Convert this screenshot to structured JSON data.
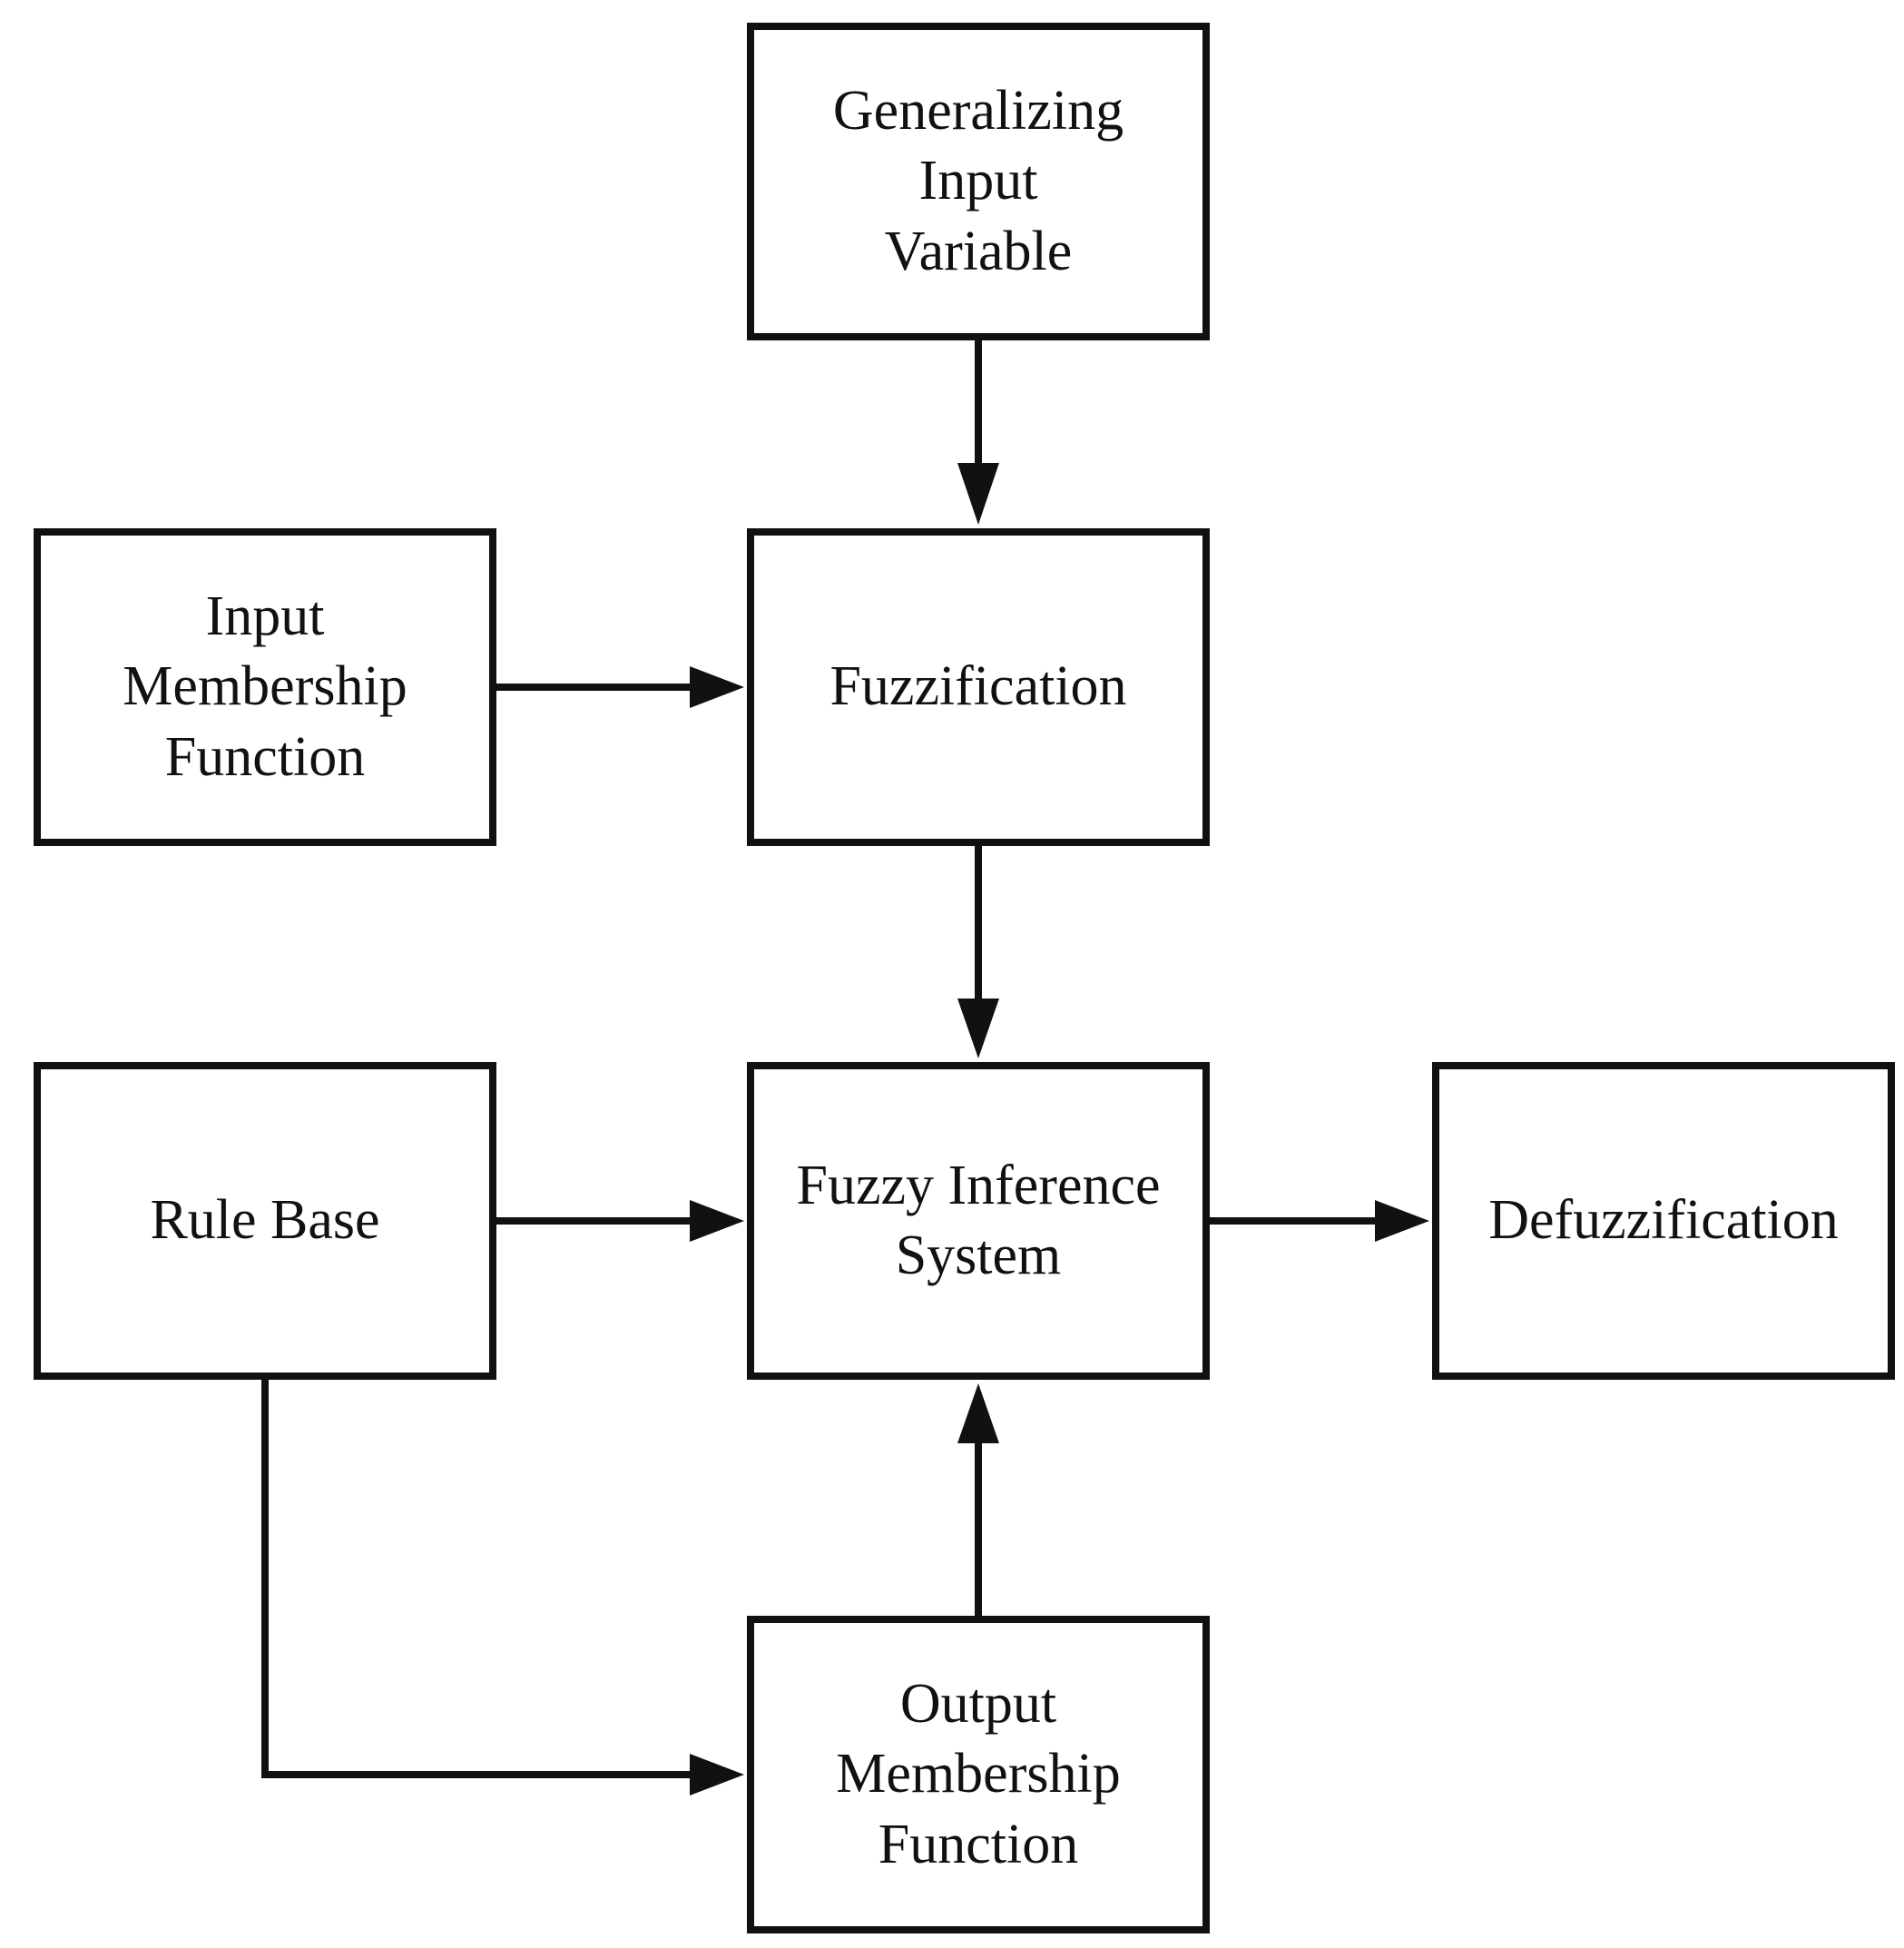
{
  "diagram": {
    "nodes": {
      "generalizing_input_variable": "Generalizing Input\nVariable",
      "input_membership_function": "Input Membership\nFunction",
      "fuzzification": "Fuzzification",
      "rule_base": "Rule Base",
      "fuzzy_inference_system": "Fuzzy Inference\nSystem",
      "defuzzification": "Defuzzification",
      "output_membership_function": "Output\nMembership\nFunction"
    },
    "edges": [
      {
        "from": "generalizing_input_variable",
        "to": "fuzzification"
      },
      {
        "from": "input_membership_function",
        "to": "fuzzification"
      },
      {
        "from": "fuzzification",
        "to": "fuzzy_inference_system"
      },
      {
        "from": "rule_base",
        "to": "fuzzy_inference_system"
      },
      {
        "from": "fuzzy_inference_system",
        "to": "defuzzification"
      },
      {
        "from": "output_membership_function",
        "to": "fuzzy_inference_system"
      },
      {
        "from": "rule_base",
        "to": "output_membership_function"
      }
    ]
  }
}
